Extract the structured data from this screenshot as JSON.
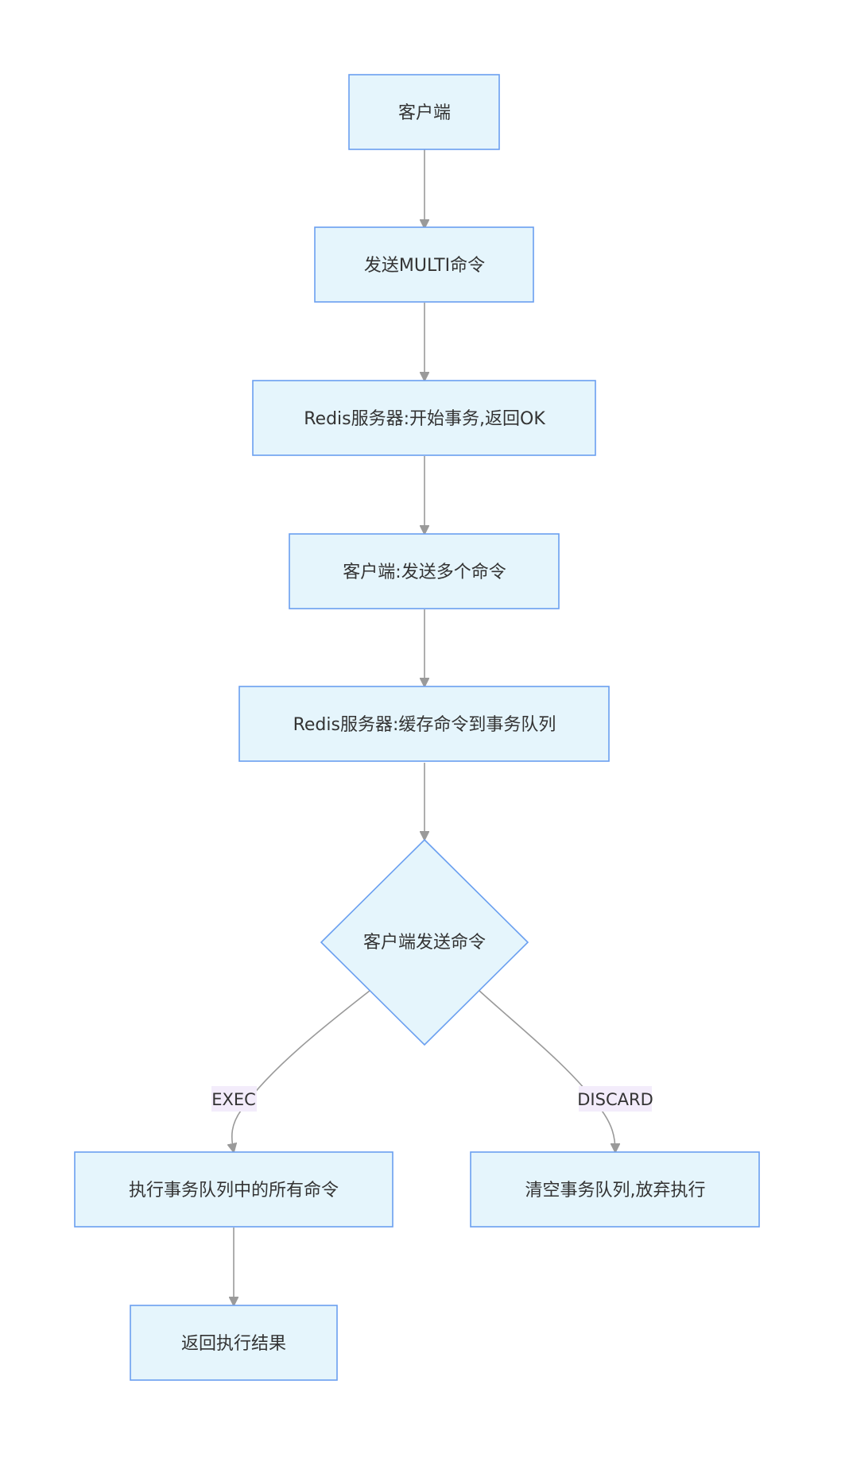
{
  "nodes": {
    "client": "客户端",
    "send_multi": "发送MULTI命令",
    "server_start": "Redis服务器:开始事务,返回OK",
    "client_send_many": "客户端:发送多个命令",
    "server_queue": "Redis服务器:缓存命令到事务队列",
    "decision": "客户端发送命令",
    "exec_all": "执行事务队列中的所有命令",
    "discard_all": "清空事务队列,放弃执行",
    "return_result": "返回执行结果"
  },
  "edges": {
    "exec_label": "EXEC",
    "discard_label": "DISCARD"
  },
  "colors": {
    "node_fill": "#e5f5fc",
    "node_stroke": "#6a9ff0",
    "edge": "#9a9a9a",
    "edge_label_bg": "#f3ecfb",
    "text": "#333333"
  }
}
